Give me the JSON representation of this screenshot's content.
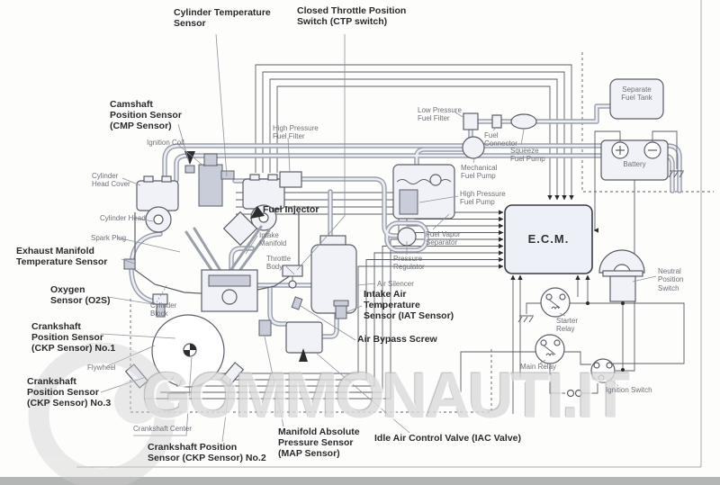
{
  "watermark": "GOMMONAUTI.IT",
  "labels": {
    "cylinder_temperature_sensor": "Cylinder Temperature\nSensor",
    "ctp_switch": "Closed Throttle Position\nSwitch (CTP switch)",
    "camshaft_position_sensor": "Camshaft\nPosition Sensor\n(CMP Sensor)",
    "ignition_coil": "Ignition Coil",
    "cylinder_head_cover": "Cylinder\nHead Cover",
    "cylinder_head": "Cylinder Head",
    "spark_plug": "Spark Plug",
    "exhaust_manifold_temperature_sensor": "Exhaust Manifold\nTemperature Sensor",
    "oxygen_sensor": "Oxygen\nSensor (O2S)",
    "cylinder_block": "Cylinder\nBlock",
    "ckp_sensor_1": "Crankshaft\nPosition Sensor\n(CKP Sensor) No.1",
    "ckp_sensor_3": "Crankshaft\nPosition Sensor\n(CKP Sensor) No.3",
    "flywheel": "Flywheel",
    "crankshaft_center": "Crankshaft Center",
    "ckp_sensor_2": "Crankshaft Position\nSensor (CKP Sensor) No.2",
    "map_sensor": "Manifold Absolute\nPressure Sensor\n(MAP Sensor)",
    "iac_valve": "Idle Air Control Valve (IAC Valve)",
    "air_bypass_screw": "Air Bypass Screw",
    "iat_sensor": "Intake Air\nTemperature\nSensor (IAT Sensor)",
    "air_silencer": "Air Silencer",
    "fuel_injector": "Fuel Injector",
    "intake_manifold": "Intake\nManifold",
    "throttle_body": "Throttle\nBody",
    "high_pressure_fuel_filter": "High Pressure\nFuel Filter",
    "fuel_vapor_separator": "Fuel Vapor\nSeparator",
    "pressure_regulator": "Pressure\nRegulator",
    "mechanical_fuel_pump": "Mechanical\nFuel Pump",
    "high_pressure_fuel_pump": "High Pressure\nFuel Pump",
    "low_pressure_fuel_filter": "Low Pressure\nFuel Filter",
    "fuel_connector": "Fuel\nConnector",
    "squeeze_fuel_pump": "Squeeze\nFuel Pump",
    "separate_fuel_tank": "Separate\nFuel Tank",
    "battery": "Battery",
    "ecm": "E.C.M.",
    "neutral_position_switch": "Neutral\nPosition\nSwitch",
    "starter_relay": "Starter\nRelay",
    "main_relay": "Main Relay",
    "ignition_switch": "Ignition Switch"
  },
  "colors": {
    "line": "#5b5e66",
    "leader": "#8d929b",
    "pipe": "#9aa0ac",
    "pipe_inner": "#edeef3",
    "part_fill": "#f1f2f7",
    "part_dark": "#c9cdd9",
    "ink": "#2c2c2e",
    "label": "#2a2a2c",
    "label_small": "#6e7076",
    "watermark": "#dcdcdc",
    "bottom_band": "#b3b6b4",
    "ecm_fill": "#eef0f7"
  }
}
